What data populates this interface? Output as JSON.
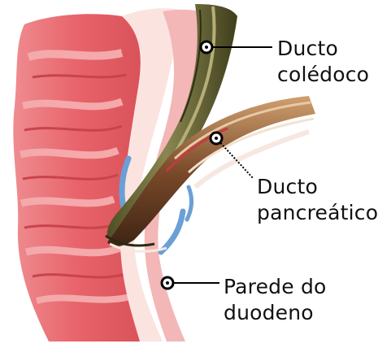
{
  "labels": {
    "ducto_coledoco": {
      "line1": "Ducto",
      "line2": "colédoco"
    },
    "ducto_pancreatico": {
      "line1": "Ducto",
      "line2": "pancreático"
    },
    "parede_duodeno": {
      "line1": "Parede do",
      "line2": "duodeno"
    }
  },
  "colors": {
    "duodenum_wall": "#e8636a",
    "duodenum_light": "#f3a3a5",
    "mucosa_white": "#fbe9e6",
    "bile_duct": "#6b6a3a",
    "bile_duct_light": "#a9a36a",
    "pancreatic_duct": "#7a4a2a",
    "vein_blue": "#6b9fd6",
    "leader_line": "#000000"
  }
}
